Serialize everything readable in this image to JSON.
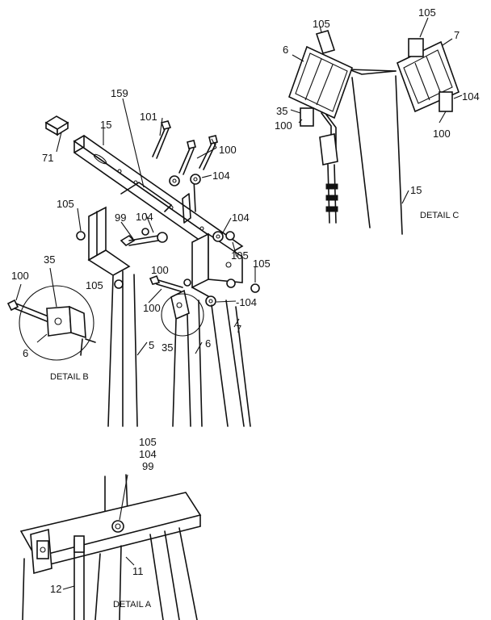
{
  "labels": {
    "n159": "159",
    "n101": "101",
    "n100_top": "100",
    "n104_top": "104",
    "n15_main": "15",
    "n71": "71",
    "n105_left": "105",
    "n99": "99",
    "n104_mid": "104",
    "n104_right": "104",
    "n105_right": "105",
    "n105_far": "105",
    "n100_mid": "100",
    "n104_low": "-104",
    "n100_low": "100",
    "n35_low": "35",
    "n6_low": "6",
    "n5": "5",
    "n7_low": "7",
    "n105_low": "105",
    "b_100": "100",
    "b_35": "35",
    "b_6": "6",
    "c_105a": "105",
    "c_105b": "105",
    "c_6": "6",
    "c_7": "7",
    "c_35": "35",
    "c_100a": "100",
    "c_104": "104",
    "c_100b": "100",
    "c_15": "15",
    "a_105": "105",
    "a_104": "104",
    "a_99": "99",
    "a_11": "11",
    "a_12": "12"
  },
  "captions": {
    "detail_a": "DETAIL A",
    "detail_b": "DETAIL B",
    "detail_c": "DETAIL C"
  }
}
